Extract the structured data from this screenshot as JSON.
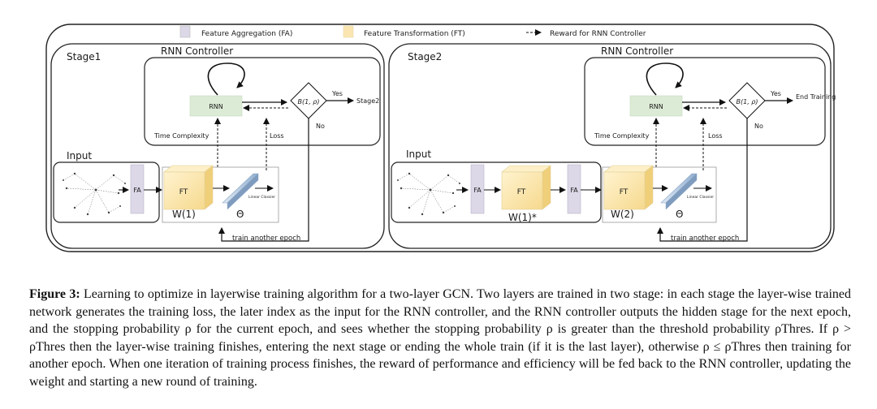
{
  "legend": {
    "fa": "Feature Aggregation (FA)",
    "ft": "Feature Transformation (FT)",
    "reward": "Reward for RNN Controller"
  },
  "stage1": {
    "title": "Stage1",
    "controller_title": "RNN Controller",
    "rnn": "RNN",
    "decision": "B(1, ρ)",
    "yes": "Yes",
    "no": "No",
    "yes_target": "Stage2",
    "time_complexity": "Time Complexity",
    "loss": "Loss",
    "input": "Input",
    "fa": "FA",
    "ft": "FT",
    "classifier": "Linear Classier",
    "weight": "W(1)",
    "theta": "Θ",
    "train_another": "train another epoch"
  },
  "stage2": {
    "title": "Stage2",
    "controller_title": "RNN Controller",
    "rnn": "RNN",
    "decision": "B(1, ρ)",
    "yes": "Yes",
    "no": "No",
    "yes_target": "End Training",
    "time_complexity": "Time Complexity",
    "loss": "Loss",
    "input": "Input",
    "fa": "FA",
    "ft": "FT",
    "fa2": "FA",
    "ft2": "FT",
    "classifier": "Linear Classier",
    "weight_prev": "W(1)*",
    "weight": "W(2)",
    "theta": "Θ",
    "train_another": "train another epoch"
  },
  "caption": {
    "label": "Figure 3:",
    "text": "Learning to optimize in layerwise training algorithm for a two-layer GCN. Two layers are trained in two stage: in each stage the layer-wise trained network generates the training loss, the later index as the input for the RNN controller, and the RNN controller outputs the hidden stage for the next epoch, and the stopping probability ρ for the current epoch, and sees whether the stopping probability ρ is greater than the threshold probability ρThres. If ρ > ρThres then the layer-wise training finishes, entering the next stage or ending the whole train (if it is the last layer), otherwise ρ ≤ ρThres then training for another epoch. When one iteration of training process finishes, the reward of performance and efficiency will be fed back to the RNN controller, updating the weight and starting a new round of training."
  },
  "colors": {
    "fa_fill": "#dcd8e8",
    "ft_fill": "#fbe6b2",
    "rnn_fill": "#dcebd5",
    "classifier_fill": "#b9cde3"
  }
}
